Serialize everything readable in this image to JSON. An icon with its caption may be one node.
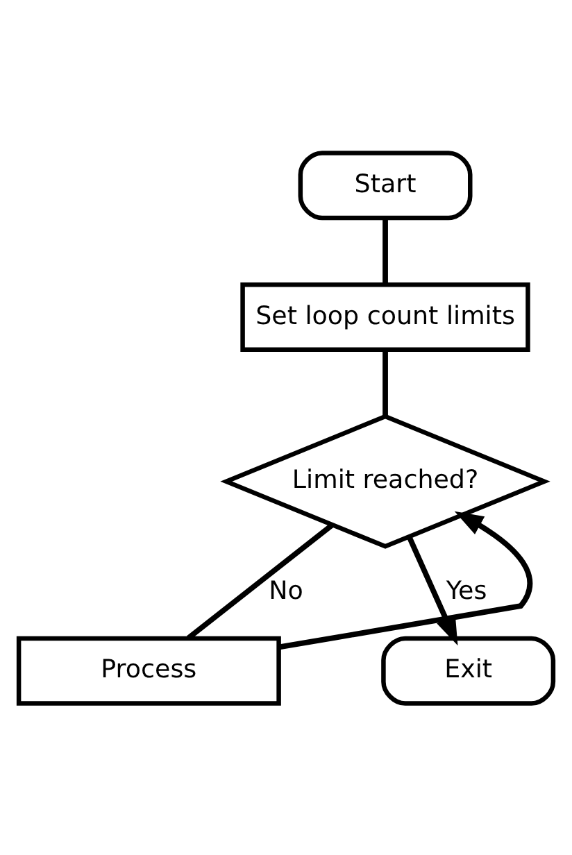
{
  "diagram": {
    "nodes": [
      {
        "text": [
          "Start"
        ]
      },
      {
        "text": [
          "Set loop count limits"
        ]
      },
      {
        "text": [
          "Limit reached?"
        ]
      },
      {
        "text": [
          "Process"
        ]
      },
      {
        "text": [
          "Exit"
        ]
      }
    ],
    "edges": [
      {
        "from": 0,
        "to": 1,
        "arrow": "none"
      },
      {
        "from": 1,
        "to": 2,
        "arrow": "none"
      },
      {
        "from": 2,
        "to": 4,
        "arrow": "to",
        "label": "Yes"
      },
      {
        "from": 2,
        "to": 3,
        "arrow": "none",
        "label": "No"
      },
      {
        "from": 3,
        "to": 2,
        "arrow": "to"
      }
    ]
  }
}
